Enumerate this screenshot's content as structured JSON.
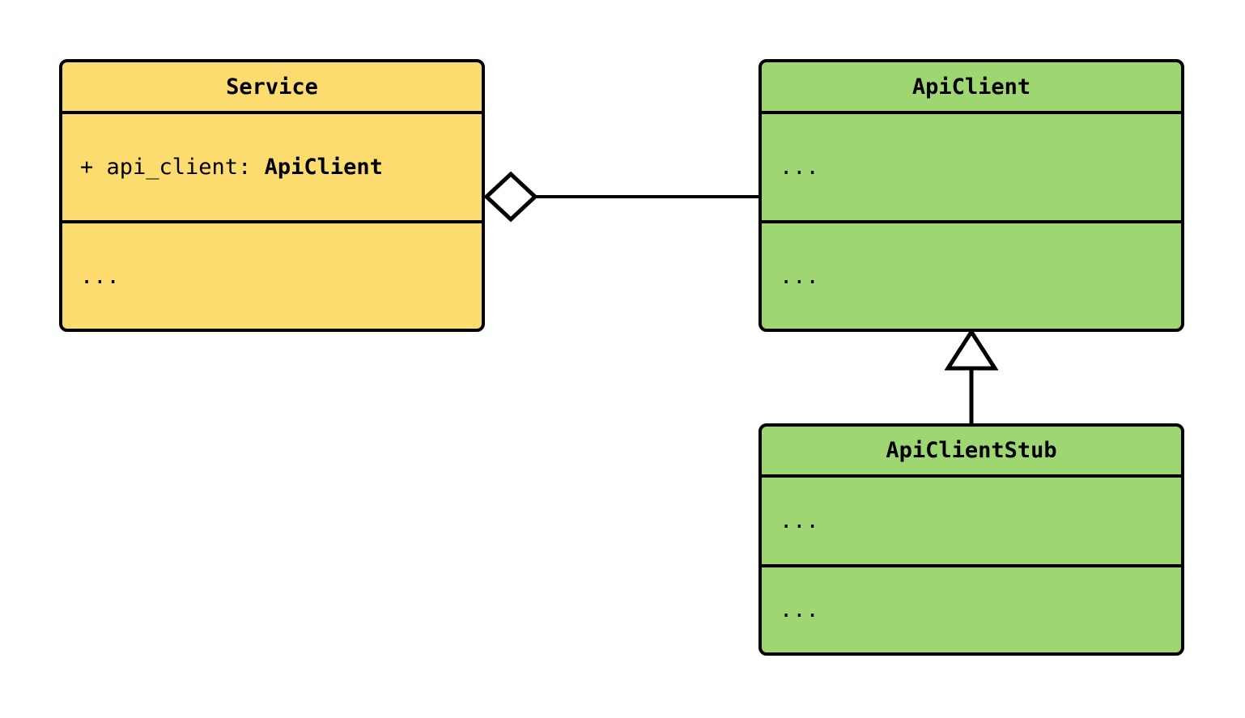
{
  "diagram": {
    "type": "uml-class-diagram",
    "background_color": "#ffffff",
    "classes": [
      {
        "id": "service",
        "name": "Service",
        "fill_color": "#fcdc6e",
        "border_color": "#000000",
        "attributes_compartment": {
          "visibility": "+",
          "member": "api_client",
          "separator": ": ",
          "type": "ApiClient",
          "full_text": "+ api_client: ApiClient"
        },
        "methods_compartment": {
          "text": "..."
        }
      },
      {
        "id": "apiclient",
        "name": "ApiClient",
        "fill_color": "#9ed672",
        "border_color": "#000000",
        "attributes_compartment": {
          "text": "..."
        },
        "methods_compartment": {
          "text": "..."
        }
      },
      {
        "id": "apiclientstub",
        "name": "ApiClientStub",
        "fill_color": "#9ed672",
        "border_color": "#000000",
        "attributes_compartment": {
          "text": "..."
        },
        "methods_compartment": {
          "text": "..."
        }
      }
    ],
    "relationships": [
      {
        "id": "service-aggregates-apiclient",
        "kind": "aggregation",
        "marker": "hollow-diamond",
        "source": "Service",
        "target": "ApiClient",
        "label": ""
      },
      {
        "id": "apiclientstub-inherits-apiclient",
        "kind": "generalization",
        "marker": "hollow-triangle",
        "source": "ApiClientStub",
        "target": "ApiClient",
        "label": ""
      }
    ]
  }
}
